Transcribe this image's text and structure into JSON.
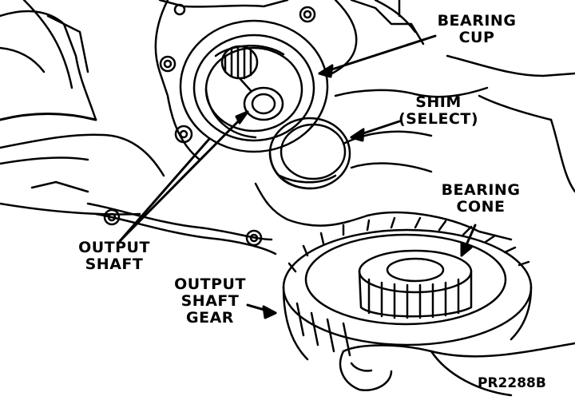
{
  "labels": {
    "bearing_cup": [
      "BEARING",
      "CUP"
    ],
    "shim": [
      "SHIM",
      "(SELECT)"
    ],
    "bearing_cone": [
      "BEARING",
      "CONE"
    ],
    "output_shaft": [
      "OUTPUT",
      "SHAFT"
    ],
    "output_shaft_gear": [
      "OUTPUT",
      "SHAFT",
      "GEAR"
    ]
  },
  "figure_code": "PR2288B",
  "colors": {
    "ink": "#000000",
    "paper": "#ffffff"
  }
}
